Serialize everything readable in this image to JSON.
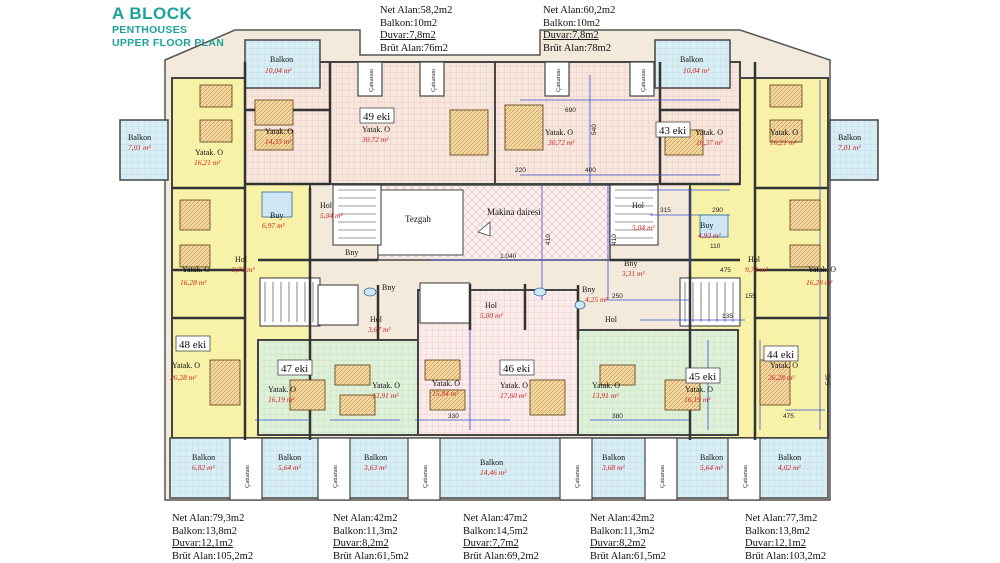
{
  "header": {
    "title": "A BLOCK",
    "subtitle1": "PENTHOUSES",
    "subtitle2": "UPPER FLOOR PLAN"
  },
  "stats": {
    "top_left": {
      "net": "Net Alan:58,2m2",
      "balkon": "Balkon:10m2",
      "duvar": "Duvar:7,8m2",
      "brut": "Brüt Alan:76m2"
    },
    "top_right": {
      "net": "Net Alan:60,2m2",
      "balkon": "Balkon:10m2",
      "duvar": "Duvar:7,8m2",
      "brut": "Brüt Alan:78m2"
    },
    "bottom_1": {
      "net": "Net Alan:79,3m2",
      "balkon": "Balkon:13,8m2",
      "duvar": "Duvar:12,1m2",
      "brut": "Brüt Alan:105,2m2"
    },
    "bottom_2": {
      "net": "Net Alan:42m2",
      "balkon": "Balkon:11,3m2",
      "duvar": "Duvar:8,2m2",
      "brut": "Brüt Alan:61,5m2"
    },
    "bottom_3": {
      "net": "Net Alan:47m2",
      "balkon": "Balkon:14,5m2",
      "duvar": "Duvar:7,7m2",
      "brut": "Brüt Alan:69,2m2"
    },
    "bottom_4": {
      "net": "Net Alan:42m2",
      "balkon": "Balkon:11,3m2",
      "duvar": "Duvar:8,2m2",
      "brut": "Brüt Alan:61,5m2"
    },
    "bottom_5": {
      "net": "Net Alan:77,3m2",
      "balkon": "Balkon:13,8m2",
      "duvar": "Duvar:12,1m2",
      "brut": "Brüt Alan:103,2m2"
    }
  },
  "units": {
    "u49": "49 eki",
    "u43": "43 eki",
    "u48": "48 eki",
    "u47": "47 eki",
    "u46": "46 eki",
    "u45": "45 eki",
    "u44": "44 eki"
  },
  "rooms": {
    "balkon": "Balkon",
    "yatak": "Yatak. O",
    "hol": "Hol",
    "buy": "Buy",
    "bny": "Bny",
    "tezgah": "Tezgah",
    "makina": "Makina dairesi",
    "catiarasi": "Çatıarası"
  },
  "areas": {
    "a_1004": "10,04 m²",
    "a_1433": "14,33 m²",
    "a_3072": "30,72 m²",
    "a_1637": "16,37 m²",
    "a_1621": "16,21 m²",
    "a_701": "7,01 m²",
    "a_697": "6,97 m²",
    "a_504": "5,04 m²",
    "a_971": "9,71 m²",
    "a_1628": "16,28 m²",
    "a_2628": "26,28 m²",
    "a_367": "3,67 m²",
    "a_500": "5,00 m²",
    "a_425": "4,25 m²",
    "a_331": "3,31 m²",
    "a_493": "4,93 m²",
    "a_1619": "16,19 m²",
    "a_1391": "13,91 m²",
    "a_1584": "15,84 m²",
    "a_1760": "17,60 m²",
    "a_682": "6,82 m²",
    "a_564": "5,64 m²",
    "a_363": "3,63 m²",
    "a_1446": "14,46 m²",
    "a_368": "3,68 m²",
    "a_402": "4,02 m²"
  },
  "dims": {
    "d690": "690",
    "d540": "540",
    "d410": "410",
    "d1040": "1.040",
    "d475": "475",
    "d545": "545",
    "d330": "330",
    "d380": "380",
    "d220": "220",
    "d400": "400",
    "d315": "315",
    "d290": "290",
    "d250": "250",
    "d155": "155",
    "d135": "135",
    "d110": "110"
  }
}
